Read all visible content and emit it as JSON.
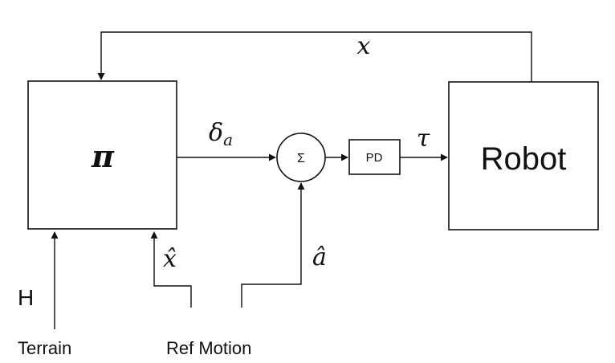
{
  "blocks": {
    "policy": {
      "label": "π"
    },
    "sum": {
      "label": "Σ"
    },
    "pd": {
      "label": "PD"
    },
    "robot": {
      "label": "Robot"
    }
  },
  "signals": {
    "state": {
      "symbol": "x"
    },
    "delta_a": {
      "symbol": "δ",
      "subscript": "a"
    },
    "tau": {
      "symbol": "τ"
    },
    "x_hat": {
      "symbol": "x̂"
    },
    "a_hat": {
      "symbol": "â"
    },
    "terrain_h": {
      "symbol": "H"
    }
  },
  "inputs": {
    "terrain": {
      "label": "Terrain"
    },
    "ref_motion": {
      "label": "Ref Motion"
    }
  }
}
